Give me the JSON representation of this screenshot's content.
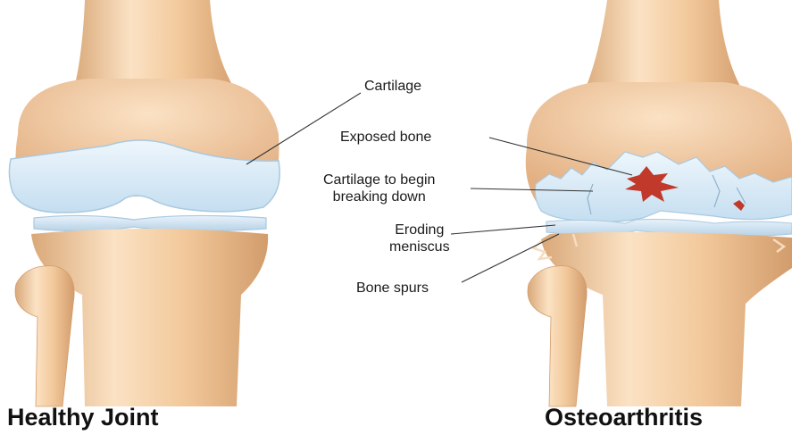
{
  "figure": {
    "callouts": [
      {
        "id": "cartilage",
        "lines": [
          "Cartilage"
        ]
      },
      {
        "id": "exposed_bone",
        "lines": [
          "Exposed bone"
        ]
      },
      {
        "id": "cartilage_breaking",
        "lines": [
          "Cartilage to begin",
          "breaking down"
        ]
      },
      {
        "id": "eroding_meniscus",
        "lines": [
          "Eroding",
          "meniscus"
        ]
      },
      {
        "id": "bone_spurs",
        "lines": [
          "Bone spurs"
        ]
      }
    ],
    "titles": {
      "left": "Healthy Joint",
      "right": "Osteoarthritis"
    }
  },
  "colors": {
    "bone": "#f2c89a",
    "bone_shadow": "#d9a878",
    "bone_highlight": "#fbe2c4",
    "cartilage": "#d6e9f6",
    "cartilage_edge": "#a9c9e0",
    "damage": "#c0392b"
  }
}
